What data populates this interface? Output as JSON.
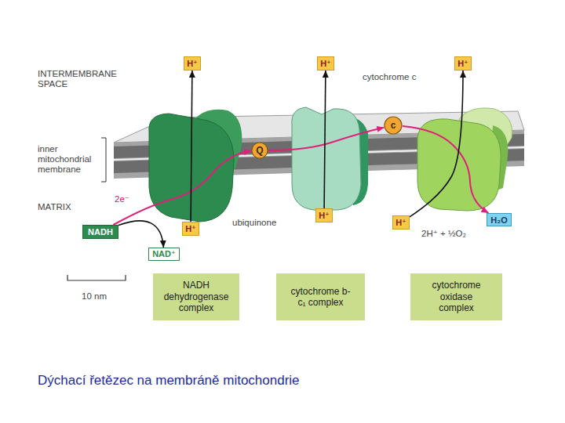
{
  "diagram": {
    "caption": "Dýchací řetězec na membráně mitochondrie",
    "nodes": [
      {
        "text": [
          "H⁺"
        ]
      },
      {
        "text": [
          "H⁺"
        ]
      },
      {
        "text": [
          "H⁺"
        ]
      },
      {
        "text": [
          "Q"
        ]
      },
      {
        "text": [
          "c"
        ]
      },
      {
        "text": [
          "H⁺"
        ]
      },
      {
        "text": [
          "H⁺"
        ]
      },
      {
        "text": [
          "H⁺"
        ]
      },
      {
        "text": [
          "NADH"
        ]
      },
      {
        "text": [
          "NAD⁺"
        ]
      },
      {
        "text": [
          "H₂O"
        ]
      },
      {
        "text": [
          "NADH dehydrogenase complex"
        ]
      },
      {
        "text": [
          "cytochrome b-c₁ complex"
        ]
      },
      {
        "text": [
          "cytochrome oxidase complex"
        ]
      }
    ],
    "edges": [
      {
        "from": 8,
        "to": 9,
        "arrow": "to"
      },
      {
        "from": 8,
        "to": 3,
        "label": "2e⁻",
        "arrow": "to"
      },
      {
        "from": 3,
        "to": 4,
        "arrow": "to"
      },
      {
        "from": 4,
        "to": 10,
        "arrow": "to"
      },
      {
        "from": 5,
        "to": 0,
        "arrow": "to"
      },
      {
        "from": 6,
        "to": 1,
        "arrow": "to"
      },
      {
        "from": 7,
        "to": 2,
        "arrow": "to"
      }
    ],
    "labels": [
      "INTERMEMBRANE SPACE",
      "inner mitochondrial membrane",
      "MATRIX",
      "cytochrome c",
      "ubiquinone",
      "2H⁺ + ½O₂",
      "10 nm"
    ]
  }
}
